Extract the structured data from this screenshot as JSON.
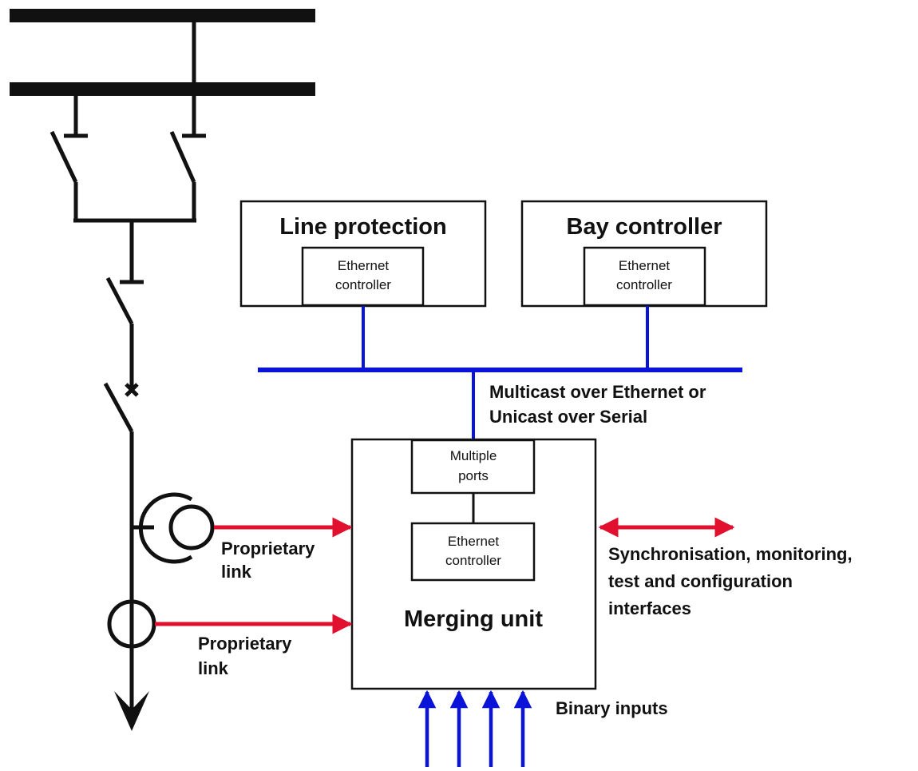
{
  "devices": {
    "line_protection": {
      "title": "Line protection",
      "controller_line1": "Ethernet",
      "controller_line2": "controller"
    },
    "bay_controller": {
      "title": "Bay controller",
      "controller_line1": "Ethernet",
      "controller_line2": "controller"
    }
  },
  "bus_label": {
    "line1": "Multicast over Ethernet or",
    "line2": "Unicast over Serial"
  },
  "merging_unit": {
    "title": "Merging unit",
    "ports_line1": "Multiple",
    "ports_line2": "ports",
    "controller_line1": "Ethernet",
    "controller_line2": "controller"
  },
  "links": [
    {
      "line1": "Proprietary",
      "line2": "link"
    },
    {
      "line1": "Proprietary",
      "line2": "link"
    }
  ],
  "interfaces_label": {
    "line1": "Synchronisation, monitoring,",
    "line2": "test  and configuration",
    "line3": "interfaces"
  },
  "binary_inputs_label": "Binary inputs",
  "colors": {
    "network": "#0a14d8",
    "link": "#e0102e",
    "line": "#111111"
  }
}
